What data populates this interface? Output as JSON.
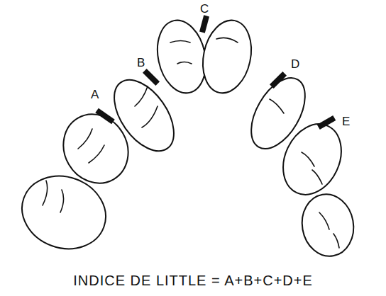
{
  "diagram": {
    "caption": "INDICE DE LITTLE = A+B+C+D+E",
    "labels": [
      "A",
      "B",
      "C",
      "D",
      "E"
    ]
  }
}
